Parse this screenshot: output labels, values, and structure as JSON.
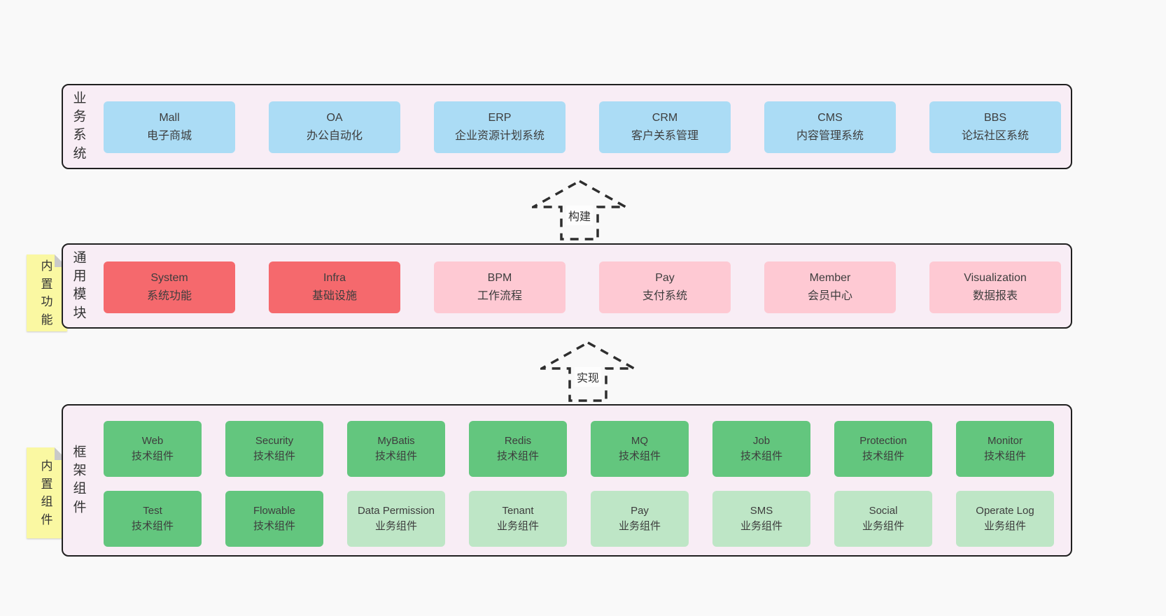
{
  "colors": {
    "page_bg": "#f9f9f9",
    "panel_bg": "#f8edf5",
    "panel_border": "#202020",
    "blue": "#abdcf5",
    "red": "#f5696d",
    "pink": "#fec9d3",
    "green_dark": "#63c67e",
    "green_light": "#bee6c6",
    "sticky_yellow": "#faf8a2",
    "sticky_fold": "#c9c9c9",
    "text": "#3d3d3d",
    "arrow_stroke": "#2e2e2e"
  },
  "diagram": {
    "layers": {
      "business": {
        "label": "业务系统",
        "items": [
          {
            "name": "Mall",
            "desc": "电子商城",
            "variant": "blue"
          },
          {
            "name": "OA",
            "desc": "办公自动化",
            "variant": "blue"
          },
          {
            "name": "ERP",
            "desc": "企业资源计划系统",
            "variant": "blue"
          },
          {
            "name": "CRM",
            "desc": "客户关系管理",
            "variant": "blue"
          },
          {
            "name": "CMS",
            "desc": "内容管理系统",
            "variant": "blue"
          },
          {
            "name": "BBS",
            "desc": "论坛社区系统",
            "variant": "blue"
          }
        ]
      },
      "modules": {
        "label": "通用模块",
        "sticky": "内置功能",
        "items": [
          {
            "name": "System",
            "desc": "系统功能",
            "variant": "red"
          },
          {
            "name": "Infra",
            "desc": "基础设施",
            "variant": "red"
          },
          {
            "name": "BPM",
            "desc": "工作流程",
            "variant": "pink"
          },
          {
            "name": "Pay",
            "desc": "支付系统",
            "variant": "pink"
          },
          {
            "name": "Member",
            "desc": "会员中心",
            "variant": "pink"
          },
          {
            "name": "Visualization",
            "desc": "数据报表",
            "variant": "pink"
          }
        ]
      },
      "components": {
        "label": "框架组件",
        "sticky": "内置组件",
        "rows": [
          [
            {
              "name": "Web",
              "desc": "技术组件",
              "variant": "green-dark"
            },
            {
              "name": "Security",
              "desc": "技术组件",
              "variant": "green-dark"
            },
            {
              "name": "MyBatis",
              "desc": "技术组件",
              "variant": "green-dark"
            },
            {
              "name": "Redis",
              "desc": "技术组件",
              "variant": "green-dark"
            },
            {
              "name": "MQ",
              "desc": "技术组件",
              "variant": "green-dark"
            },
            {
              "name": "Job",
              "desc": "技术组件",
              "variant": "green-dark"
            },
            {
              "name": "Protection",
              "desc": "技术组件",
              "variant": "green-dark"
            },
            {
              "name": "Monitor",
              "desc": "技术组件",
              "variant": "green-dark"
            }
          ],
          [
            {
              "name": "Test",
              "desc": "技术组件",
              "variant": "green-dark"
            },
            {
              "name": "Flowable",
              "desc": "技术组件",
              "variant": "green-dark"
            },
            {
              "name": "Data Permission",
              "desc": "业务组件",
              "variant": "green-light"
            },
            {
              "name": "Tenant",
              "desc": "业务组件",
              "variant": "green-light"
            },
            {
              "name": "Pay",
              "desc": "业务组件",
              "variant": "green-light"
            },
            {
              "name": "SMS",
              "desc": "业务组件",
              "variant": "green-light"
            },
            {
              "name": "Social",
              "desc": "业务组件",
              "variant": "green-light"
            },
            {
              "name": "Operate Log",
              "desc": "业务组件",
              "variant": "green-light"
            }
          ]
        ]
      }
    },
    "arrows": [
      {
        "label": "构建"
      },
      {
        "label": "实现"
      }
    ]
  }
}
